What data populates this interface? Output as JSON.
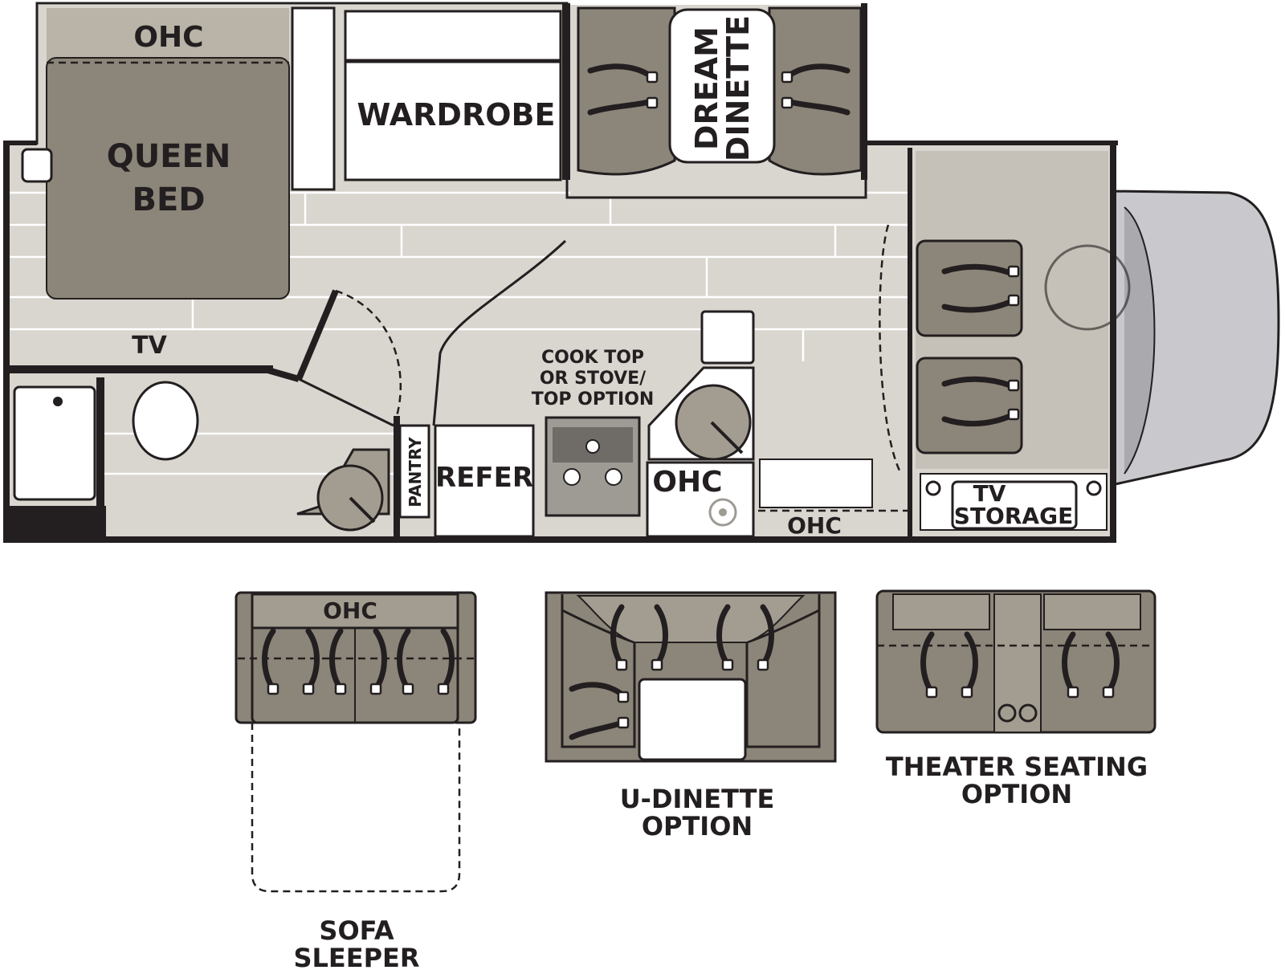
{
  "labels": {
    "ohc_bedroom": "OHC",
    "bed_line1": "QUEEN",
    "bed_line2": "BED",
    "wardrobe": "WARDROBE",
    "dinette_line1": "DREAM",
    "dinette_line2": "DINETTE",
    "tv": "TV",
    "cooktop_line1": "COOK TOP",
    "cooktop_line2": "OR STOVE/",
    "cooktop_line3": "TOP OPTION",
    "pantry": "PANTRY",
    "refer": "REFER",
    "ohc_kitchen": "OHC",
    "ohc_entry": "OHC",
    "tv_storage_line1": "TV",
    "tv_storage_line2": "STORAGE"
  },
  "options": [
    {
      "top_label": "OHC",
      "caption_line1": "SOFA",
      "caption_line2": "SLEEPER"
    },
    {
      "caption_line1": "U-DINETTE",
      "caption_line2": "OPTION"
    },
    {
      "caption_line1": "THEATER SEATING",
      "caption_line2": "OPTION"
    }
  ],
  "colors": {
    "floor": "#d9d5cf",
    "furniture": "#8c8579",
    "furniture_light": "#b9b3a8",
    "cab": "#c9c9cd",
    "wall": "#231f20"
  }
}
